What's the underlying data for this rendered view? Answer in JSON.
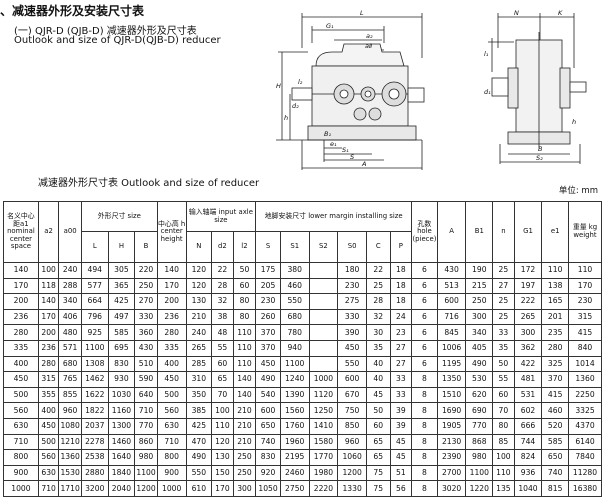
{
  "headings": {
    "section_title": "、减速器外形及安装尺寸表",
    "subtitle_cn": "(一) QJR-D (QJB-D) 减速器外形及尺寸表",
    "subtitle_en": "Outlook and size of QJR-D(QJB-D) reducer",
    "table_title": "减速器外形尺寸表  Outlook and size of  reducer",
    "unit": "单位: mm"
  },
  "drawing_labels": {
    "front": [
      "L",
      "G1",
      "a2",
      "aII",
      "H",
      "h",
      "l2",
      "d2",
      "B1",
      "e1",
      "S1",
      "S",
      "A"
    ],
    "side": [
      "N",
      "K",
      "l1",
      "d1",
      "h",
      "B",
      "S2"
    ]
  },
  "table": {
    "head": {
      "nominal": "名义中心距a1 nominal center space",
      "a2": "a2",
      "a3": "a00",
      "size_group": "外形尺寸 size",
      "L": "L",
      "H": "H",
      "B": "B",
      "center_height": "中心高 h center height",
      "input_group": "输入轴端 input axle size",
      "N": "N",
      "d2": "d2",
      "l2": "l2",
      "install_group": "地脚安装尺寸 lower margin installing size",
      "S": "S",
      "S1": "S1",
      "S2": "S2",
      "S0": "S0",
      "C": "C",
      "P": "P",
      "holes": "孔数 hole (piece)",
      "A": "A",
      "B1": "B1",
      "n": "n",
      "G1": "G1",
      "e1": "e1",
      "weight": "重量 kg weight"
    },
    "rows": [
      [
        "140",
        "100",
        "240",
        "494",
        "305",
        "220",
        "140",
        "120",
        "22",
        "50",
        "175",
        "380",
        "",
        "180",
        "22",
        "18",
        "6",
        "430",
        "190",
        "25",
        "172",
        "110",
        "110"
      ],
      [
        "170",
        "118",
        "288",
        "577",
        "365",
        "250",
        "170",
        "120",
        "28",
        "60",
        "205",
        "460",
        "",
        "230",
        "25",
        "18",
        "6",
        "513",
        "215",
        "27",
        "197",
        "138",
        "170"
      ],
      [
        "200",
        "140",
        "340",
        "664",
        "425",
        "270",
        "200",
        "130",
        "32",
        "80",
        "230",
        "550",
        "",
        "275",
        "28",
        "18",
        "6",
        "600",
        "250",
        "25",
        "222",
        "165",
        "230"
      ],
      [
        "236",
        "170",
        "406",
        "796",
        "497",
        "330",
        "236",
        "210",
        "38",
        "80",
        "260",
        "680",
        "",
        "330",
        "32",
        "24",
        "6",
        "716",
        "300",
        "25",
        "265",
        "201",
        "315"
      ],
      [
        "280",
        "200",
        "480",
        "925",
        "585",
        "360",
        "280",
        "240",
        "48",
        "110",
        "370",
        "780",
        "",
        "390",
        "30",
        "23",
        "6",
        "845",
        "340",
        "33",
        "300",
        "235",
        "415"
      ],
      [
        "335",
        "236",
        "571",
        "1100",
        "695",
        "430",
        "335",
        "265",
        "55",
        "110",
        "370",
        "940",
        "",
        "450",
        "35",
        "27",
        "6",
        "1006",
        "405",
        "35",
        "362",
        "280",
        "840"
      ],
      [
        "400",
        "280",
        "680",
        "1308",
        "830",
        "510",
        "400",
        "285",
        "60",
        "110",
        "450",
        "1100",
        "",
        "550",
        "40",
        "27",
        "6",
        "1195",
        "490",
        "50",
        "422",
        "325",
        "1014"
      ],
      [
        "450",
        "315",
        "765",
        "1462",
        "930",
        "590",
        "450",
        "310",
        "65",
        "140",
        "490",
        "1240",
        "1000",
        "600",
        "40",
        "33",
        "8",
        "1350",
        "530",
        "55",
        "481",
        "370",
        "1360"
      ],
      [
        "500",
        "355",
        "855",
        "1622",
        "1030",
        "640",
        "500",
        "350",
        "70",
        "140",
        "540",
        "1390",
        "1120",
        "670",
        "45",
        "33",
        "8",
        "1510",
        "620",
        "60",
        "531",
        "415",
        "2250"
      ],
      [
        "560",
        "400",
        "960",
        "1822",
        "1160",
        "710",
        "560",
        "385",
        "100",
        "210",
        "600",
        "1560",
        "1250",
        "750",
        "50",
        "39",
        "8",
        "1690",
        "690",
        "70",
        "602",
        "460",
        "3325"
      ],
      [
        "630",
        "450",
        "1080",
        "2037",
        "1300",
        "770",
        "630",
        "425",
        "110",
        "210",
        "650",
        "1760",
        "1410",
        "850",
        "60",
        "39",
        "8",
        "1905",
        "770",
        "80",
        "666",
        "520",
        "4370"
      ],
      [
        "710",
        "500",
        "1210",
        "2278",
        "1460",
        "860",
        "710",
        "470",
        "120",
        "210",
        "740",
        "1960",
        "1580",
        "960",
        "65",
        "45",
        "8",
        "2130",
        "868",
        "85",
        "744",
        "585",
        "6140"
      ],
      [
        "800",
        "560",
        "1360",
        "2538",
        "1640",
        "980",
        "800",
        "490",
        "130",
        "250",
        "830",
        "2195",
        "1770",
        "1060",
        "65",
        "45",
        "8",
        "2390",
        "980",
        "100",
        "824",
        "650",
        "7840"
      ],
      [
        "900",
        "630",
        "1530",
        "2880",
        "1840",
        "1100",
        "900",
        "550",
        "150",
        "250",
        "920",
        "2460",
        "1980",
        "1200",
        "75",
        "51",
        "8",
        "2700",
        "1100",
        "110",
        "936",
        "740",
        "11280"
      ],
      [
        "1000",
        "710",
        "1710",
        "3200",
        "2040",
        "1200",
        "1000",
        "610",
        "170",
        "300",
        "1050",
        "2750",
        "2220",
        "1330",
        "75",
        "56",
        "8",
        "3020",
        "1220",
        "135",
        "1040",
        "815",
        "16380"
      ]
    ]
  }
}
